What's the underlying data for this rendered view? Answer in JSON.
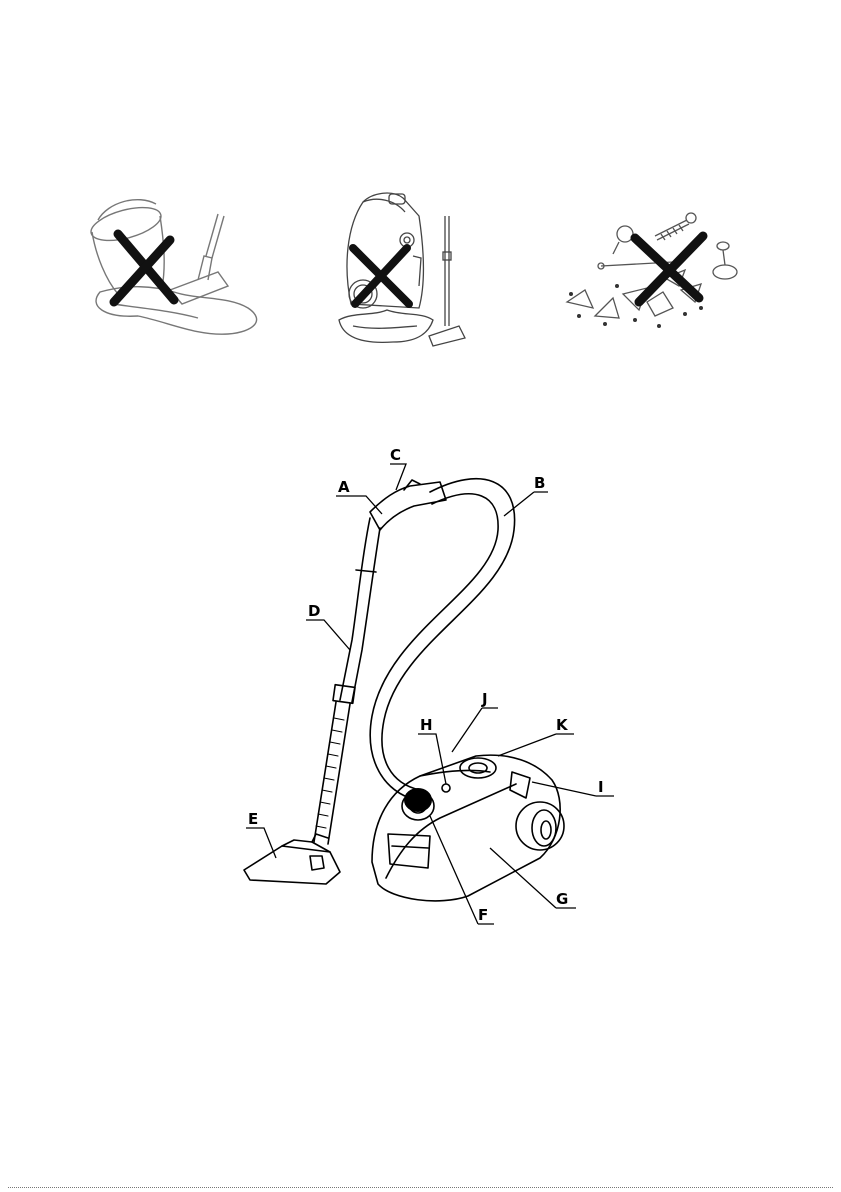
{
  "warnings": [
    {
      "icon": "liquid-spill-prohibited-icon"
    },
    {
      "icon": "vacuum-without-bag-prohibited-icon"
    },
    {
      "icon": "sharp-objects-prohibited-icon"
    }
  ],
  "diagram": {
    "labels": {
      "A": "A",
      "B": "B",
      "C": "C",
      "D": "D",
      "E": "E",
      "F": "F",
      "G": "G",
      "H": "H",
      "I": "I",
      "J": "J",
      "K": "K"
    }
  }
}
